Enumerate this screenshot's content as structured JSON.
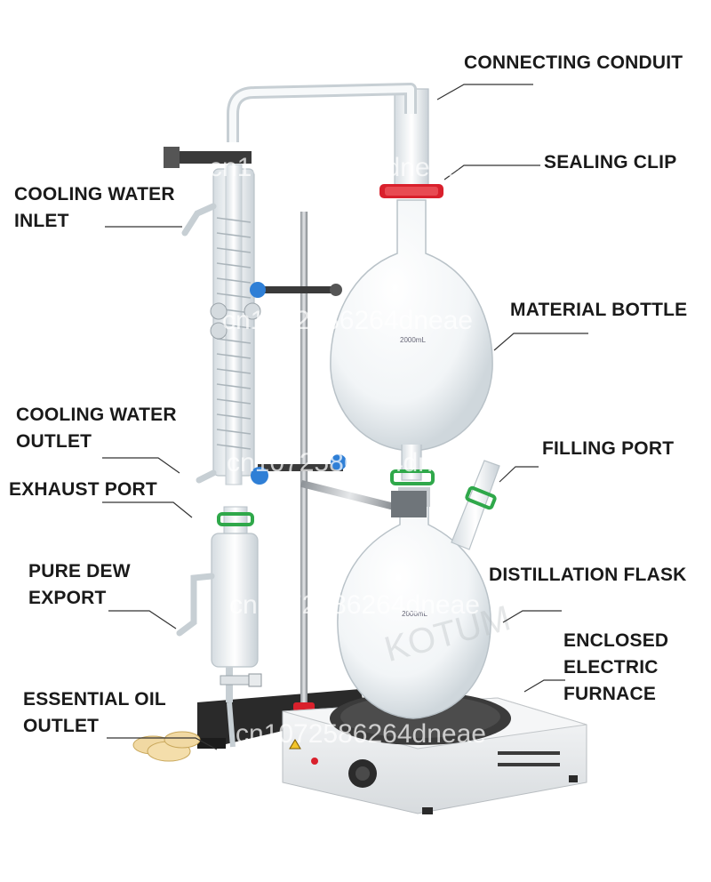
{
  "labels": {
    "connecting_conduit": "CONNECTING CONDUIT",
    "sealing_clip": "SEALING CLIP",
    "cooling_water_inlet": [
      "COOLING WATER",
      "INLET"
    ],
    "material_bottle": "MATERIAL BOTTLE",
    "cooling_water_outlet": [
      "COOLING WATER",
      "OUTLET"
    ],
    "filling_port": "FILLING PORT",
    "exhaust_port": "EXHAUST PORT",
    "pure_dew_export": [
      "PURE DEW",
      "EXPORT"
    ],
    "distillation_flask": "DISTILLATION FLASK",
    "enclosed_electric_furnace": [
      "ENCLOSED",
      "ELECTRIC",
      "FURNACE"
    ],
    "essential_oil_outlet": [
      "ESSENTIAL OIL",
      "OUTLET"
    ]
  },
  "flask_markings": {
    "material_bottle_volume": "2000mL",
    "distillation_flask_volume": "2000mL",
    "brand": "KOTUM"
  },
  "watermarks": [
    "cn1072586264dneae",
    "dneae"
  ],
  "colors": {
    "background": "#ffffff",
    "glass_outline": "#b9c2c8",
    "sealing_clip": "#d9202c",
    "green_clip": "#2fa84a",
    "blue_knob": "#2f7fd6",
    "hotplate_body": "#eceeef",
    "stand_base": "#2a2a2a",
    "text": "#1a1a1a"
  }
}
